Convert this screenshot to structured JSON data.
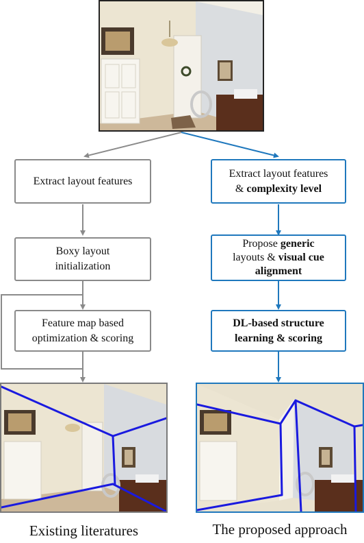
{
  "left_pipeline": {
    "step1": "Extract layout features",
    "step2_line1": "Boxy layout",
    "step2_line2": "initialization",
    "step3_line1": "Feature map based",
    "step3_line2": "optimization & scoring",
    "caption": "Existing literatures"
  },
  "right_pipeline": {
    "step1_line1": "Extract layout features",
    "step1_amp": "& ",
    "step1_bold": "complexity level",
    "step2_pre": "Propose ",
    "step2_bold1": "generic",
    "step2_mid": "layouts & ",
    "step2_bold2": "visual cue",
    "step2_bold3": "alignment",
    "step3_bold1": "DL-based structure",
    "step3_bold2": "learning & scoring",
    "caption": "The proposed approach"
  },
  "colors": {
    "left_accent": "#8a8a8a",
    "right_accent": "#1f78bd",
    "layout_lines": "#1a1adf"
  },
  "photo": {
    "scene": "room corner with door, framed picture, wreath, chandelier, chair and piano"
  }
}
